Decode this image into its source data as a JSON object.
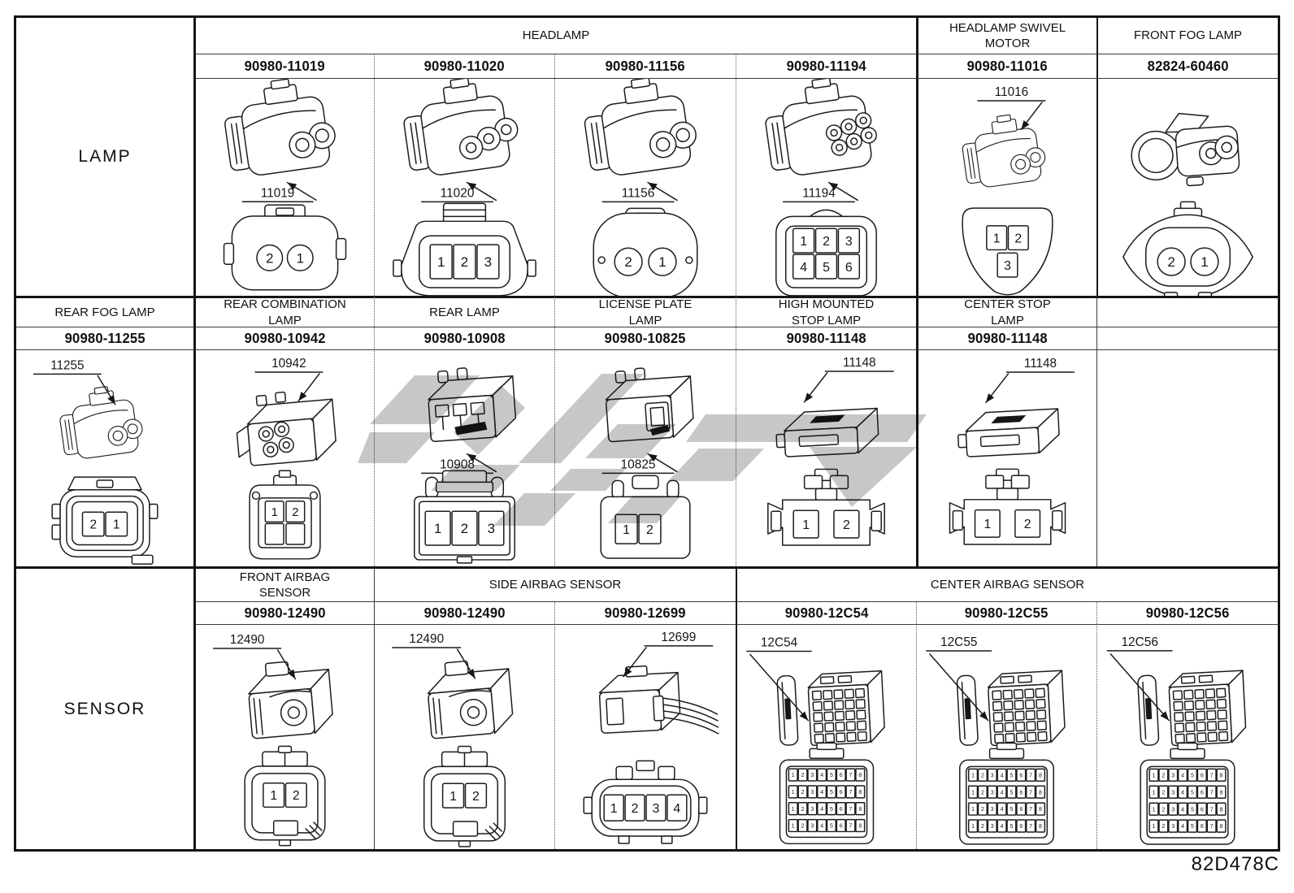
{
  "page": {
    "footer_code": "82D478C"
  },
  "bands": [
    {
      "side_label": "LAMP",
      "group_headers": [
        {
          "label": "HEADLAMP",
          "span": 4
        },
        {
          "label": "HEADLAMP SWIVEL MOTOR",
          "span": 1
        },
        {
          "label": "FRONT FOG LAMP",
          "span": 1
        }
      ],
      "cells": [
        {
          "part_number": "90980-11019",
          "callout": "11019",
          "callout_pos": "below",
          "iso": "barrel2",
          "face": {
            "shape": "blob",
            "pin_style": "circle",
            "pins": [
              [
                "2",
                "1"
              ]
            ]
          }
        },
        {
          "part_number": "90980-11020",
          "callout": "11020",
          "callout_pos": "below",
          "iso": "barrel3",
          "face": {
            "shape": "trap",
            "pin_style": "rect",
            "pins": [
              [
                "1",
                "2",
                "3"
              ]
            ]
          }
        },
        {
          "part_number": "90980-11156",
          "callout": "11156",
          "callout_pos": "below",
          "iso": "barrel2",
          "face": {
            "shape": "round",
            "pin_style": "circle",
            "pins": [
              [
                "2",
                "1"
              ]
            ]
          }
        },
        {
          "part_number": "90980-11194",
          "callout": "11194",
          "callout_pos": "below",
          "iso": "barrel6",
          "face": {
            "shape": "grid6",
            "pin_style": "rect",
            "pins": [
              [
                "1",
                "2",
                "3"
              ],
              [
                "4",
                "5",
                "6"
              ]
            ]
          }
        },
        {
          "part_number": "90980-11016",
          "callout": "11016",
          "callout_pos": "above",
          "iso": "barrel2s",
          "face": {
            "shape": "pear",
            "pin_style": "rect",
            "pins": [
              [
                "1",
                "2"
              ],
              [
                "3"
              ]
            ]
          }
        },
        {
          "part_number": "82824-60460",
          "callout": "",
          "callout_pos": "",
          "iso": "fog",
          "face": {
            "shape": "lemon",
            "pin_style": "circle",
            "pins": [
              [
                "2",
                "1"
              ]
            ]
          }
        }
      ]
    },
    {
      "columns": [
        {
          "header": "REAR FOG LAMP",
          "part_number": "90980-11255",
          "callout": "11255",
          "callout_pos": "above-l",
          "iso": "barrel2s",
          "face": {
            "shape": "roundsq",
            "pin_style": "rect",
            "pins": [
              [
                "2",
                "1"
              ]
            ]
          }
        },
        {
          "header": "REAR COMBINATION LAMP",
          "part_number": "90980-10942",
          "callout": "10942",
          "callout_pos": "above",
          "iso": "boxquad",
          "face": {
            "shape": "shield",
            "pin_style": "rect",
            "pins": [
              [
                "1",
                "2"
              ],
              [
                "",
                ""
              ]
            ]
          }
        },
        {
          "header": "REAR LAMP",
          "part_number": "90980-10908",
          "callout": "10908",
          "callout_pos": "below",
          "iso": "boxslots",
          "face": {
            "shape": "rectpost3",
            "pin_style": "rect",
            "pins": [
              [
                "1",
                "2",
                "3"
              ]
            ]
          }
        },
        {
          "header": "LICENSE PLATE LAMP",
          "part_number": "90980-10825",
          "callout": "10825",
          "callout_pos": "below",
          "iso": "boxwin",
          "face": {
            "shape": "rectpost2",
            "pin_style": "rect",
            "pins": [
              [
                "1",
                "2"
              ]
            ]
          }
        },
        {
          "header": "HIGH MOUNTED STOP LAMP",
          "part_number": "90980-11148",
          "callout": "11148",
          "callout_pos": "above-r",
          "iso": "wedge",
          "face": {
            "shape": "wing",
            "pin_style": "rect",
            "pins": [
              [
                "1",
                "2"
              ]
            ]
          }
        },
        {
          "header": "CENTER STOP LAMP",
          "part_number": "90980-11148",
          "callout": "11148",
          "callout_pos": "above-r",
          "iso": "wedge",
          "face": {
            "shape": "wing",
            "pin_style": "rect",
            "pins": [
              [
                "1",
                "2"
              ]
            ]
          }
        },
        {
          "header": "",
          "part_number": "",
          "empty": true
        }
      ]
    },
    {
      "side_label": "SENSOR",
      "group_headers": [
        {
          "label": "FRONT AIRBAG SENSOR",
          "span": 1
        },
        {
          "label": "SIDE AIRBAG SENSOR",
          "span": 2
        },
        {
          "label": "CENTER AIRBAG SENSOR",
          "span": 3
        }
      ],
      "cells": [
        {
          "part_number": "90980-12490",
          "callout": "12490",
          "callout_pos": "above-l",
          "iso": "sensorbox",
          "face": {
            "shape": "sensorsq",
            "pin_style": "rect",
            "pins": [
              [
                "1",
                "2"
              ]
            ]
          }
        },
        {
          "part_number": "90980-12490",
          "callout": "12490",
          "callout_pos": "above-l",
          "iso": "sensorbox",
          "face": {
            "shape": "sensorsq",
            "pin_style": "rect",
            "pins": [
              [
                "1",
                "2"
              ]
            ]
          }
        },
        {
          "part_number": "90980-12699",
          "callout": "12699",
          "callout_pos": "above-r",
          "iso": "boxwires",
          "face": {
            "shape": "wideoval",
            "pin_style": "rect",
            "pins": [
              [
                "1",
                "2",
                "3",
                "4"
              ]
            ]
          }
        },
        {
          "part_number": "90980-12C54",
          "callout": "12C54",
          "callout_pos": "left",
          "iso": "cube",
          "face": {
            "shape": "bigrect",
            "pin_grid": {
              "rows": 4,
              "cols": 8
            }
          }
        },
        {
          "part_number": "90980-12C55",
          "callout": "12C55",
          "callout_pos": "left",
          "iso": "cube",
          "face": {
            "shape": "bigrect",
            "pin_grid": {
              "rows": 4,
              "cols": 8
            }
          }
        },
        {
          "part_number": "90980-12C56",
          "callout": "12C56",
          "callout_pos": "left",
          "iso": "cube",
          "face": {
            "shape": "bigrect",
            "pin_grid": {
              "rows": 4,
              "cols": 8
            }
          }
        }
      ]
    }
  ]
}
